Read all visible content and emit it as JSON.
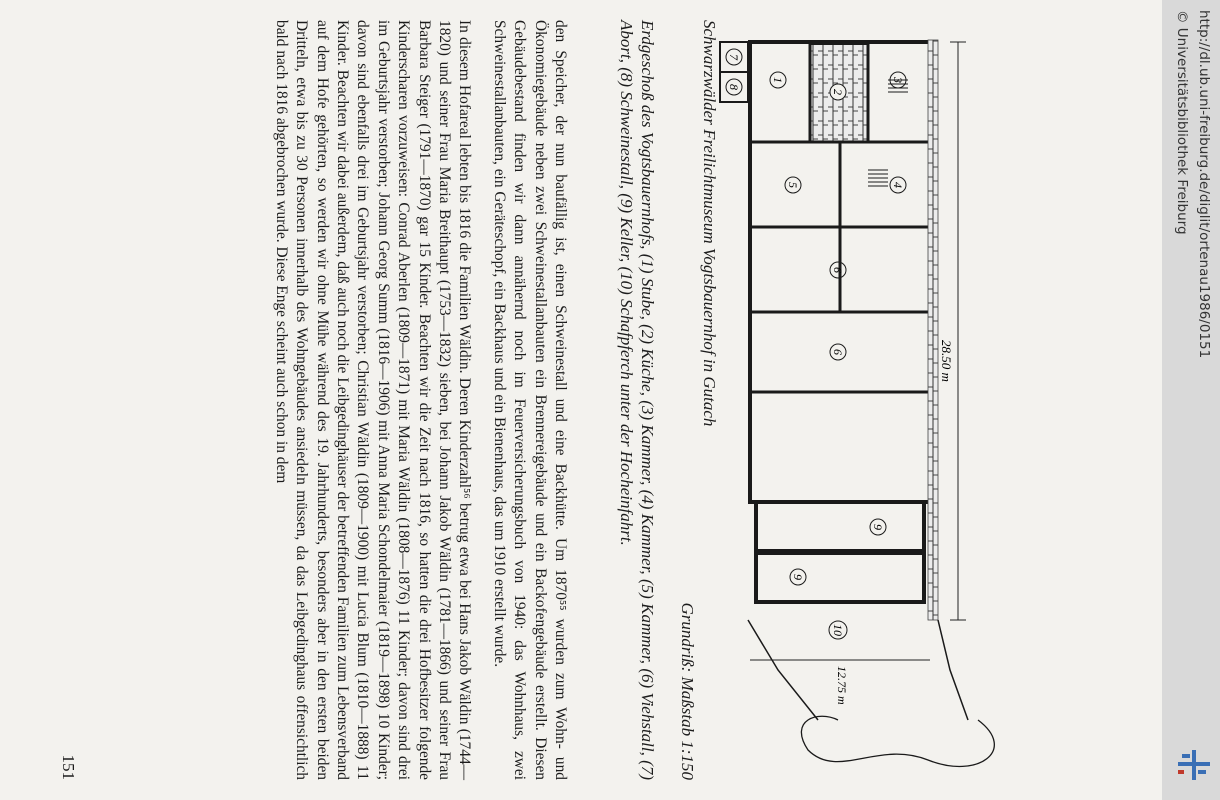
{
  "plan": {
    "labels": [
      "1",
      "2",
      "3",
      "4",
      "5",
      "6",
      "6",
      "7",
      "8",
      "9",
      "9",
      "10"
    ],
    "dim_length": "28.50 m",
    "dim_width": "12.75 m"
  },
  "caption": {
    "title": "Schwarzwälder Freilichtmuseum Vogtsbauernhof in Gutach",
    "scale": "Grundriß: Maßstab 1:150",
    "legend": "Erdgeschoß des Vogtsbauernhofs, (1) Stube, (2) Küche, (3) Kammer, (4) Kammer, (5) Kammer, (6) Viehstall, (7) Abort, (8) Schweinestall, (9) Keller, (10) Schafpferch unter der Hocheinfahrt."
  },
  "body": {
    "p1": "den Speicher, der nun baufällig ist, einen Schweinestall und eine Backhütte. Um 1870⁵⁵ wurden zum Wohn- und Ökonomiegebäude neben zwei Schweinestallanbauten ein Brennereigebäude und ein Backofengebäude erstellt. Diesen Gebäudebestand finden wir dann annähernd noch im Feuerversicherungsbuch von 1940: das Wohnhaus, zwei Schweinestallanbauten, ein Geräteschopf, ein Backhaus und ein Bienenhaus, das um 1910 erstellt wurde.",
    "p2": "In diesem Hofareal lebten bis 1816 die Familien Wäldin. Deren Kinderzahl⁵⁶ betrug etwa bei Hans Jakob Wäldin (1744—1820) und seiner Frau Maria Breithaupt (1753—1832) sieben, bei Johann Jakob Wäldin (1781—1866) und seiner Frau Barbara Steiger (1791—1870) gar 15 Kinder. Beachten wir die Zeit nach 1816, so hatten die drei Hofbesitzer folgende Kinderscharen vorzuweisen: Conrad Aberlen (1809—1871) mit Maria Wäldin (1808—1876) 11 Kinder; davon sind drei im Geburtsjahr verstorben; Johann Georg Summ (1816—1906) mit Anna Maria Schondelmaier (1819—1898) 10 Kinder; davon sind ebenfalls drei im Geburtsjahr verstorben; Christian Wäldin (1809—1900) mit Lucia Blum (1810—1888) 11 Kinder. Beachten wir dabei außerdem, daß auch noch die Leibgedinghäuser der betreffenden Familien zum Lebensverband auf dem Hofe gehörten, so werden wir ohne Mühe während des 19. Jahrhunderts, besonders aber in den ersten beiden Dritteln, etwa bis zu 30 Personen innerhalb des Wohngebäudes ansiedeln müssen, da das Leibgedinghaus offensichtlich bald nach 1816 abgebrochen wurde. Diese Enge scheint auch schon in dem"
  },
  "page_number": "151",
  "side": {
    "url": "http://dl.ub.uni-freiburg.de/diglit/ortenau1986/0151",
    "credit": "© Universitätsbibliothek Freiburg"
  },
  "colors": {
    "logo_blue": "#3a6fb5",
    "logo_red": "#c0392b"
  }
}
